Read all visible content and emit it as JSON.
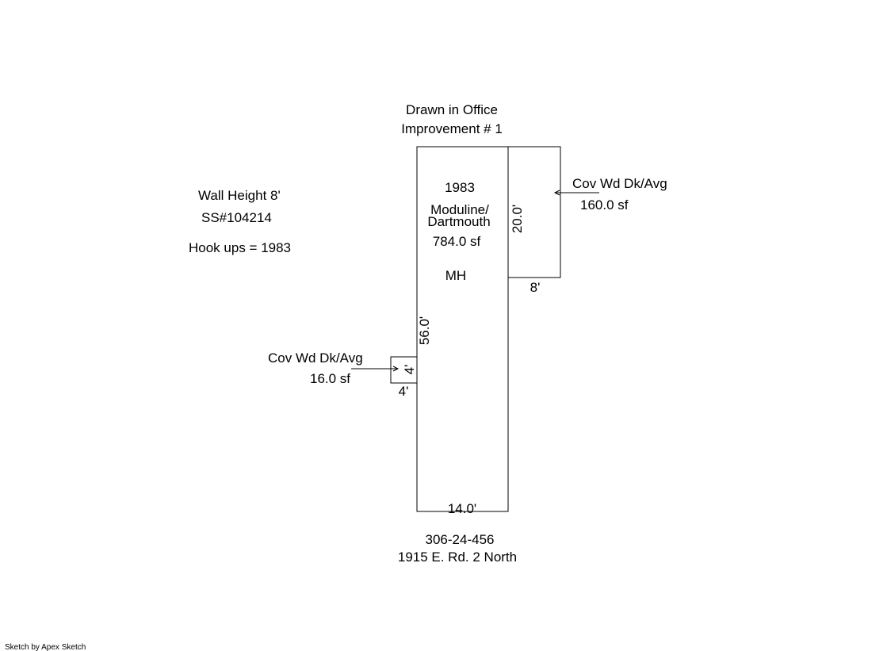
{
  "header": {
    "line1": "Drawn in Office",
    "line2": "Improvement # 1"
  },
  "notes": {
    "wall_height": "Wall Height 8'",
    "ss_number": "SS#104214",
    "hookups": "Hook ups = 1983"
  },
  "main_structure": {
    "year": "1983",
    "make_line1": "Moduline/",
    "make_line2": "Dartmouth",
    "area": "784.0 sf",
    "code": "MH",
    "dim_height": "56.0'",
    "dim_width": "14.0'"
  },
  "deck_right": {
    "label": "Cov Wd Dk/Avg",
    "area": "160.0 sf",
    "dim_height": "20.0'",
    "dim_width": "8'"
  },
  "deck_left": {
    "label": "Cov Wd Dk/Avg",
    "area": "16.0 sf",
    "dim_height": "4'",
    "dim_width": "4'"
  },
  "footer": {
    "parcel": "306-24-456",
    "address": "1915 E. Rd. 2 North"
  },
  "credit": "Sketch by Apex Sketch"
}
